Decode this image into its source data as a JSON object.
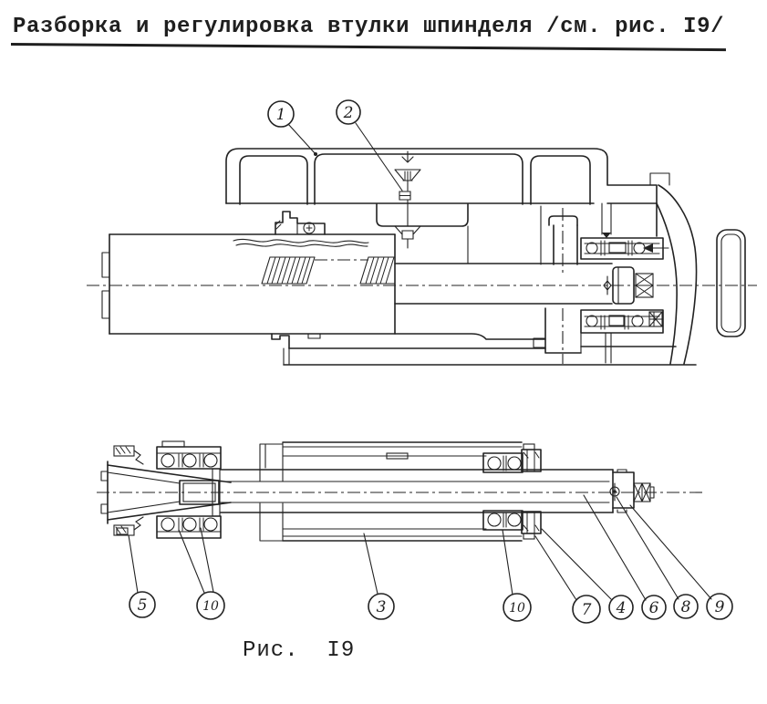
{
  "doc": {
    "title": "Разборка и регулировка втулки шпинделя /см. рис. I9/",
    "caption": "Рис.  I9"
  },
  "figure": {
    "callouts_top": [
      {
        "label": "1"
      },
      {
        "label": "2"
      }
    ],
    "callouts_bottom": [
      {
        "label": "5"
      },
      {
        "label": "10"
      },
      {
        "label": "3"
      },
      {
        "label": "10"
      },
      {
        "label": "7"
      },
      {
        "label": "4"
      },
      {
        "label": "6"
      },
      {
        "label": "8"
      },
      {
        "label": "9"
      }
    ]
  },
  "colors": {
    "ink": "#1f1f1f",
    "paper": "#ffffff"
  }
}
